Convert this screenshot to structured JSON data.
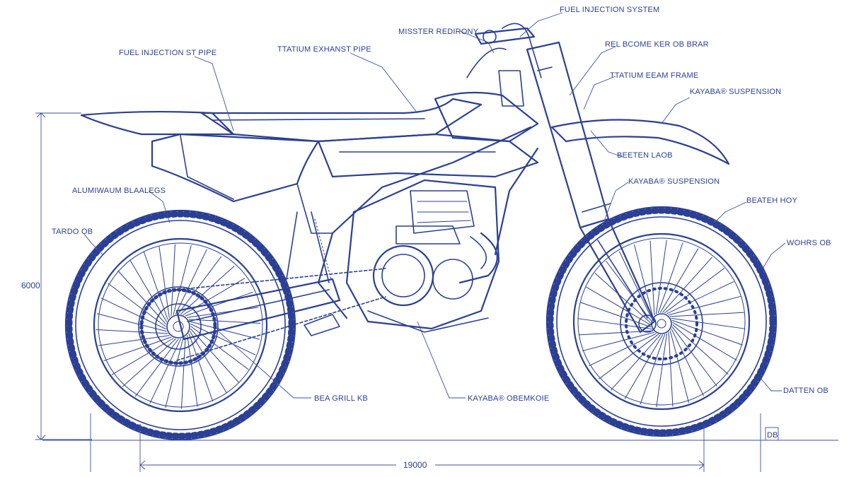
{
  "colors": {
    "ink": "#2b3f94",
    "background": "#ffffff"
  },
  "labels": {
    "fuel_injection_top": "FUEL INJECTION SYSTEM",
    "mister_redirony": "MISSTER REDIRONY",
    "titanium_exhaust": "TTATIUM EXHANST PIPE",
    "fuel_injection_left": "FUEL INJECTION ST PIPE",
    "right_1": "REL BCOME KER OB BRAR",
    "titanium_frame": "TTATIUM EEAM FRAME",
    "kayaba_top": "KAYABA® SUSPENSION",
    "right_small": "BEETEN LAOB",
    "kayaba_mid": "KAYABA® SUSPENSION",
    "beater_hoy": "BEATEH HOY",
    "aluminum_swingarm": "ALUMIWAUM BLAALEGS",
    "tardo": "TARDO OB",
    "wohrs": "WOHRS OB",
    "bea_grill": "BEA GRILL KB",
    "kayaba_bottom": "KAYABA® OBEMKOIE",
    "datten": "DATTEN OB"
  },
  "dimensions": {
    "height": "6000",
    "wheelbase": "19000"
  },
  "corner_mark": "DB"
}
